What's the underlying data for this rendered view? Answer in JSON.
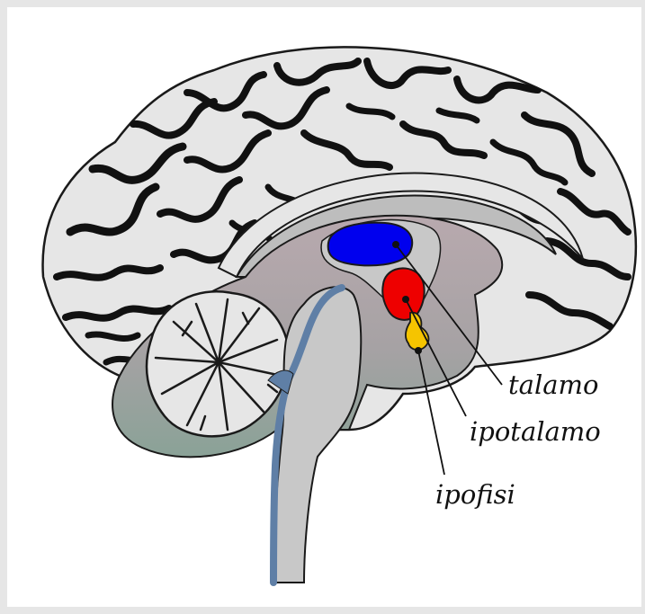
{
  "diagram": {
    "labels": {
      "talamo": "talamo",
      "ipotalamo": "ipotalamo",
      "ipofisi": "ipofisi"
    },
    "colors": {
      "page_background": "#e6e6e6",
      "canvas": "#ffffff",
      "cortex_fill": "#e6e6e6",
      "sulcus_fill": "#111111",
      "outline": "#1a1a1a",
      "inner_region_top": "#b3a4aa",
      "inner_region_bottom": "#8ea097",
      "brainstem": "#c8c8c8",
      "ventricle_channel": "#5f7fa6",
      "talamo": "#0000ee",
      "ipotalamo": "#ee0000",
      "ipofisi": "#f5c400",
      "callosum": "#bdbdbd"
    }
  }
}
